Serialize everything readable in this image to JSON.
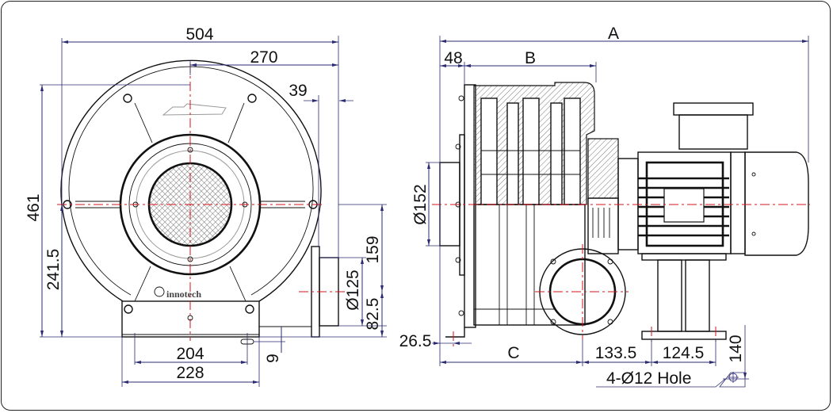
{
  "front_view": {
    "dims": {
      "overall_width": "504",
      "center_to_outlet": "270",
      "outlet_flange": "39",
      "overall_height": "461",
      "center_height": "241.5",
      "center_to_outlet_axis": "159",
      "outlet_diameter": "Ø125",
      "outlet_axis_height": "82.5",
      "base_offset": "9",
      "base_hole_pitch": "204",
      "base_width": "228"
    },
    "logo_text": "innotech"
  },
  "side_view": {
    "dims": {
      "overall_length": "A",
      "inlet_flange": "48",
      "stage_length": "B",
      "inlet_diameter": "Ø152",
      "foot_offset": "26.5",
      "to_outlet": "C",
      "outlet_to_foot": "133.5",
      "foot_pitch": "124.5",
      "foot_height": "140"
    },
    "hole_note": "4-Ø12 Hole"
  },
  "colors": {
    "dimension": "#2b2b72",
    "centerline": "#d0141c",
    "outline": "#111111"
  }
}
